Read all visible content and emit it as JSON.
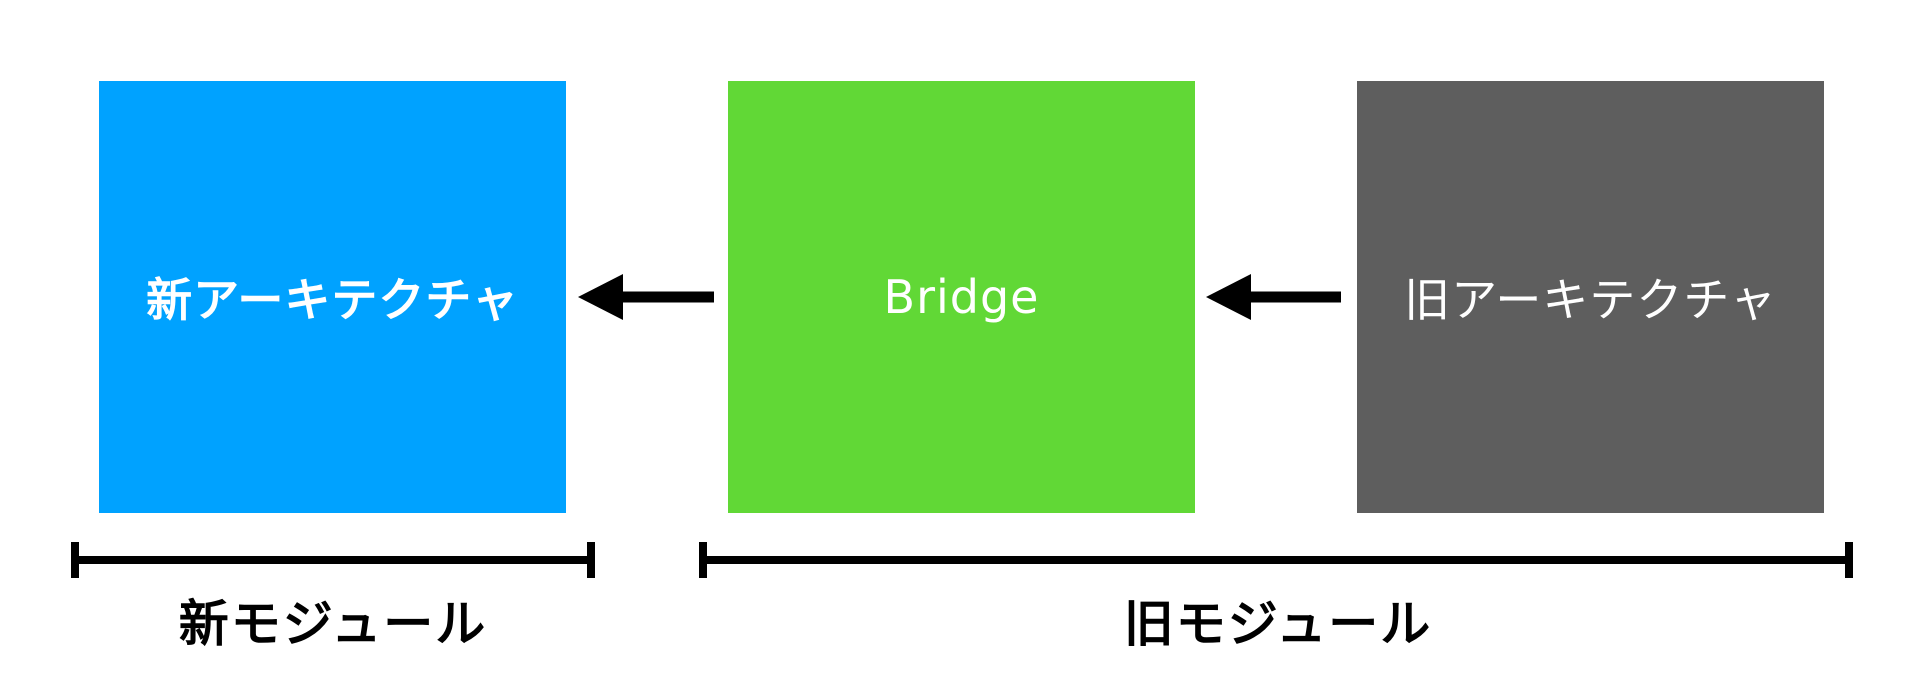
{
  "boxes": {
    "new_architecture": {
      "label": "新アーキテクチャ",
      "color": "#00a2ff"
    },
    "bridge": {
      "label": "Bridge",
      "color": "#61d836"
    },
    "old_architecture": {
      "label": "旧アーキテクチャ",
      "color": "#5e5e5e"
    }
  },
  "groups": {
    "new_module": {
      "label": "新モジュール"
    },
    "old_module": {
      "label": "旧モジュール"
    }
  },
  "arrows": [
    {
      "from": "bridge",
      "to": "new_architecture"
    },
    {
      "from": "old_architecture",
      "to": "bridge"
    }
  ]
}
